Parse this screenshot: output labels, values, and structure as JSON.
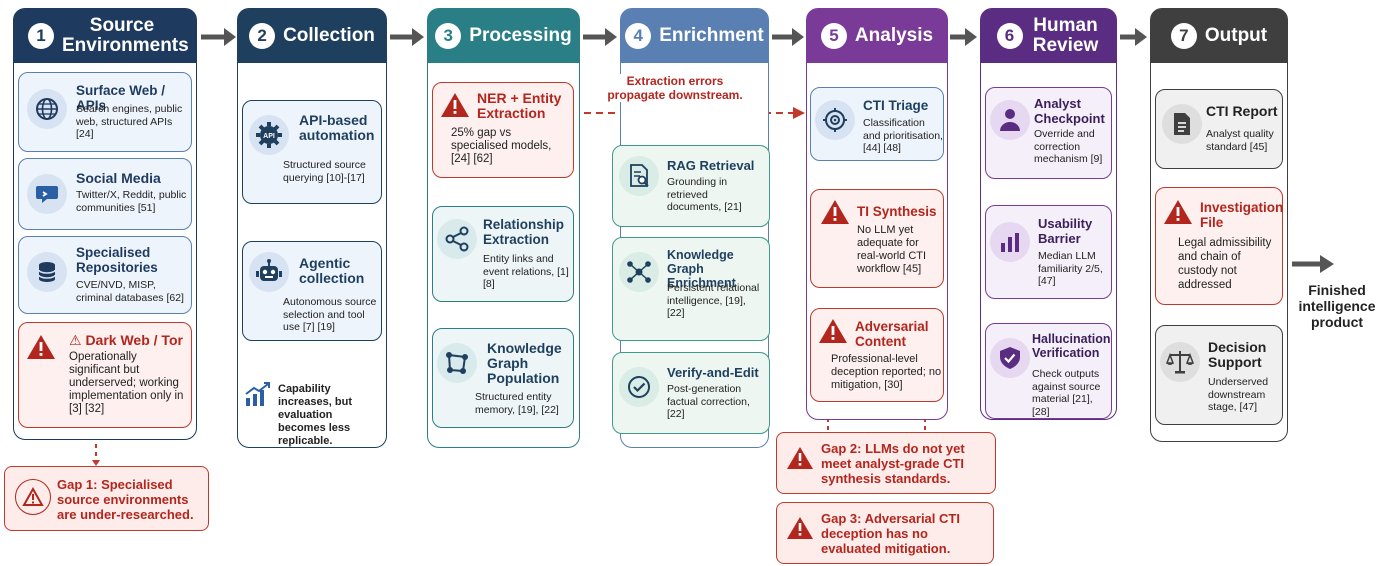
{
  "colors": {
    "c1": "#1f3a5f",
    "c2": "#1e3f5e",
    "c3": "#2a7f86",
    "c4": "#5a7fb2",
    "c5": "#7a3b98",
    "c6": "#5a2d82",
    "c7": "#3f3f3f",
    "warn": "#b3261e"
  },
  "stages": [
    {
      "num": "1",
      "title": "Source Environments"
    },
    {
      "num": "2",
      "title": "Collection"
    },
    {
      "num": "3",
      "title": "Processing"
    },
    {
      "num": "4",
      "title": "Enrichment"
    },
    {
      "num": "5",
      "title": "Analysis"
    },
    {
      "num": "6",
      "title": "Human Review"
    },
    {
      "num": "7",
      "title": "Output"
    }
  ],
  "source": {
    "surface": {
      "title": "Surface Web / APIs",
      "desc": "Search engines, public web, structured APIs [24]",
      "icon": "globe-icon"
    },
    "social": {
      "title": "Social Media",
      "desc": "Twitter/X, Reddit, public communities [51]",
      "icon": "chat-icon"
    },
    "repos": {
      "title": "Specialised Repositories",
      "desc": "CVE/NVD, MISP, criminal databases [62]",
      "icon": "database-icon"
    },
    "dark": {
      "title": "⚠ Dark Web / Tor",
      "desc": "Operationally significant but underserved; working implementation only in [3] [32]",
      "icon": "warning-icon"
    }
  },
  "collection": {
    "api": {
      "title": "API-based automation",
      "desc": "Structured source querying [10]-[17]",
      "icon": "api-gear-icon",
      "icon_text": "API"
    },
    "agentic": {
      "title": "Agentic collection",
      "desc": "Autonomous source selection and tool use [7] [19]",
      "icon": "robot-icon"
    },
    "note": "Capability increases, but evaluation becomes less replicable.",
    "note_icon": "trend-chart-icon"
  },
  "processing": {
    "ner": {
      "title": "NER + Entity Extraction",
      "desc": "25% gap vs specialised models, [24] [62]",
      "icon": "warning-icon"
    },
    "rel": {
      "title": "Relationship Extraction",
      "desc": "Entity links and event relations, [1] [8]",
      "icon": "share-nodes-icon"
    },
    "kg": {
      "title": "Knowledge Graph Population",
      "desc": "Structured entity memory, [19], [22]",
      "icon": "graph-square-icon"
    }
  },
  "enrichment": {
    "rag": {
      "title": "RAG Retrieval",
      "desc": "Grounding in retrieved documents, [21]",
      "icon": "document-search-icon"
    },
    "kge": {
      "title": "Knowledge Graph Enrichment",
      "desc": "Persistent relational intelligence, [19], [22]",
      "icon": "network-icon"
    },
    "verify": {
      "title": "Verify-and-Edit",
      "desc": "Post-generation factual correction, [22]",
      "icon": "check-circle-icon"
    }
  },
  "propagation_note": "Extraction errors propagate downstream.",
  "analysis": {
    "triage": {
      "title": "CTI Triage",
      "desc": "Classification and prioritisation, [44] [48]",
      "icon": "target-icon"
    },
    "ti": {
      "title": "TI Synthesis",
      "desc": "No LLM yet adequate for real-world CTI workflow [45]",
      "icon": "warning-icon"
    },
    "adv": {
      "title": "Adversarial Content",
      "desc": "Professional-level deception reported; no mitigation, [30]",
      "icon": "warning-icon"
    }
  },
  "review": {
    "checkpoint": {
      "title": "Analyst Checkpoint",
      "desc": "Override and correction mechanism [9]",
      "icon": "person-icon"
    },
    "usability": {
      "title": "Usability Barrier",
      "desc": "Median LLM familiarity 2/5, [47]",
      "icon": "bar-chart-icon"
    },
    "halluc": {
      "title": "Hallucination Verification",
      "desc": "Check outputs against source material [21], [28]",
      "icon": "shield-check-icon"
    }
  },
  "output": {
    "report": {
      "title": "CTI Report",
      "desc": "Analyst quality standard [45]",
      "icon": "document-icon"
    },
    "investigation": {
      "title": "Investigation File",
      "desc": "Legal admissibility and chain of custody not addressed",
      "icon": "warning-icon"
    },
    "decision": {
      "title": "Decision Support",
      "desc": "Underserved downstream stage, [47]",
      "icon": "scales-icon"
    },
    "final": "Finished intelligence product"
  },
  "gaps": [
    {
      "label": "Gap 1: Specialised source environments are under-researched."
    },
    {
      "label": "Gap 2: LLMs do not yet meet analyst-grade CTI synthesis standards."
    },
    {
      "label": "Gap 3: Adversarial CTI deception has no evaluated mitigation."
    }
  ]
}
